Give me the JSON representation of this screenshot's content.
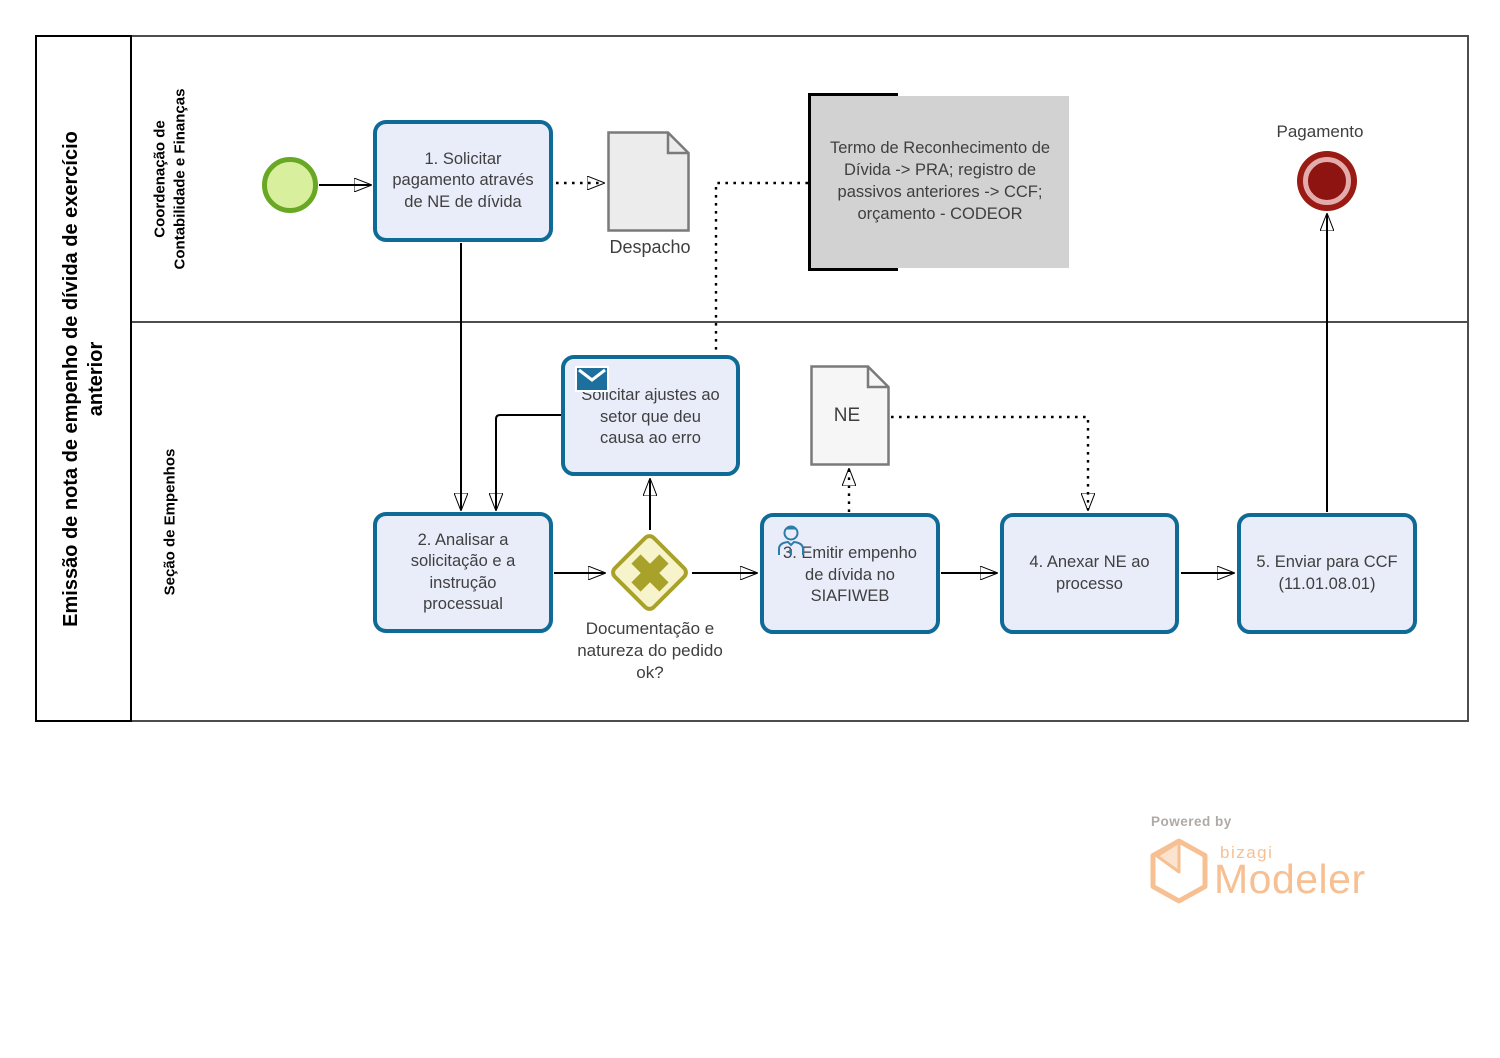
{
  "pool": {
    "title": "Emissão de nota de empenho de dívida de exercício anterior",
    "lanes": [
      {
        "label": "Coordenação de Contabilidade e Finanças"
      },
      {
        "label": "Seção de Empenhos"
      }
    ]
  },
  "nodes": {
    "start_event": {
      "type": "start-event"
    },
    "task1": {
      "label": "1. Solicitar pagamento através de NE de dívida"
    },
    "doc_despacho": {
      "label": "Despacho"
    },
    "annotation": {
      "text": "Termo de Reconhecimento de Dívida -> PRA; registro de passivos anteriores -> CCF; orçamento - CODEOR"
    },
    "end_event": {
      "label": "Pagamento",
      "type": "terminate-end-event"
    },
    "task_ajustes": {
      "label": "Solicitar ajustes ao setor que deu causa ao erro",
      "icon": "message-icon"
    },
    "task2": {
      "label": "2. Analisar a solicitação e a instrução processual"
    },
    "gateway": {
      "label": "Documentação e natureza do pedido ok?",
      "type": "exclusive-gateway"
    },
    "task3": {
      "label": "3. Emitir empenho de dívida no SIAFIWEB",
      "icon": "user-icon"
    },
    "doc_ne": {
      "label": "NE"
    },
    "task4": {
      "label": "4. Anexar NE ao processo"
    },
    "task5": {
      "label": "5. Enviar para CCF (11.01.08.01)"
    }
  },
  "footer": {
    "powered_by": "Powered by",
    "brand": "bizagi",
    "product": "Modeler"
  },
  "colors": {
    "task_fill": "#e9edfa",
    "task_border": "#0f6a96",
    "start_fill": "#d8ef9e",
    "start_border": "#68a824",
    "gateway_fill": "#f7f4cb",
    "gateway_accent": "#a8a22b",
    "end_red": "#9a1a14",
    "end_center": "#8d1410",
    "end_ring": "#e3abaa",
    "doc_fill": "#ececec",
    "doc_fill_light": "#f6f6f6",
    "doc_border": "#7a7a7a",
    "note_fill": "#d2d2d2",
    "line": "#000000",
    "text": "#3f3f3f",
    "label_dark": "#000000",
    "lane_border": "#4d4d4d",
    "icon_blue": "#1d6f9e",
    "person_blue": "#2e7ca8",
    "brand_orange": "#f7c093",
    "brand_gray": "#b0aaa6"
  }
}
